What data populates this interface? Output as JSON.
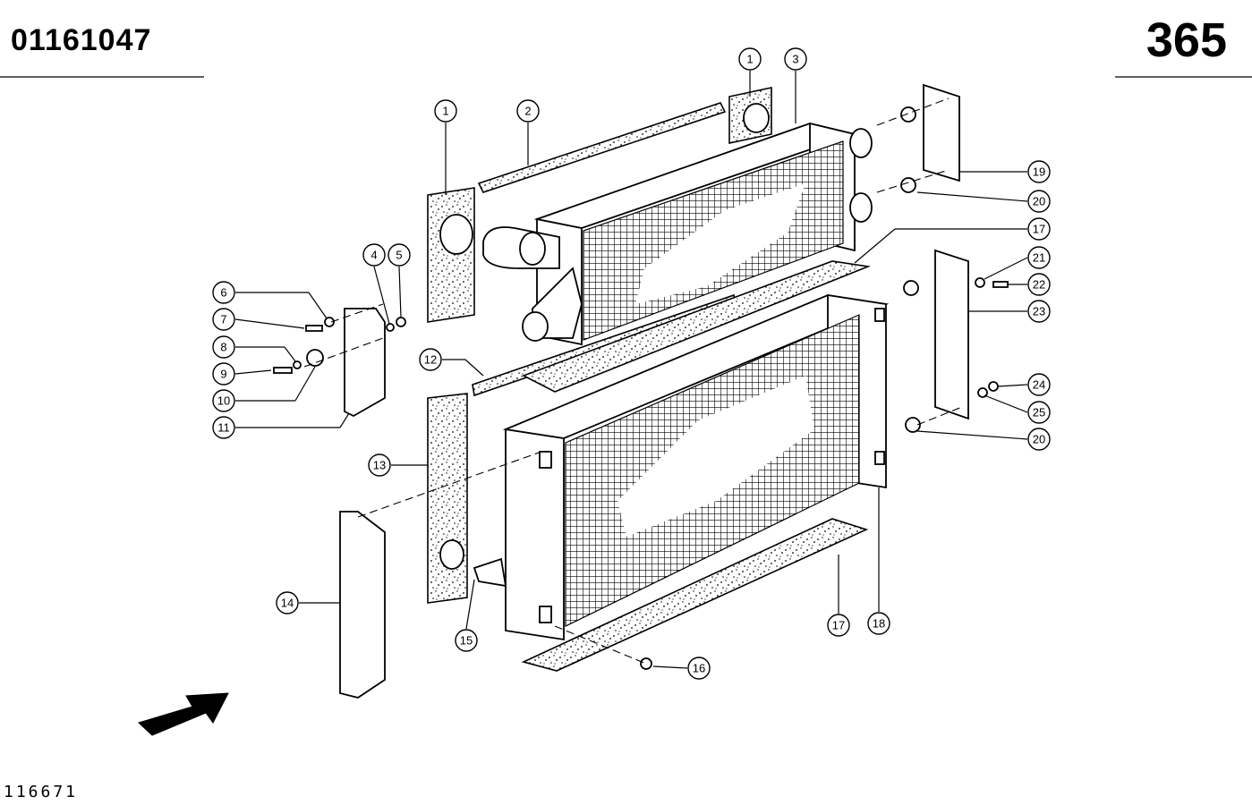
{
  "header": {
    "part_number": "01161047",
    "page_number": "365"
  },
  "footer": {
    "drawing_code": "116671"
  },
  "callouts": [
    {
      "id": "c1a",
      "label": "1"
    },
    {
      "id": "c1b",
      "label": "1"
    },
    {
      "id": "c2",
      "label": "2"
    },
    {
      "id": "c3",
      "label": "3"
    },
    {
      "id": "c4",
      "label": "4"
    },
    {
      "id": "c5",
      "label": "5"
    },
    {
      "id": "c6",
      "label": "6"
    },
    {
      "id": "c7",
      "label": "7"
    },
    {
      "id": "c8",
      "label": "8"
    },
    {
      "id": "c9",
      "label": "9"
    },
    {
      "id": "c10",
      "label": "10"
    },
    {
      "id": "c11",
      "label": "11"
    },
    {
      "id": "c12",
      "label": "12"
    },
    {
      "id": "c13",
      "label": "13"
    },
    {
      "id": "c14",
      "label": "14"
    },
    {
      "id": "c15",
      "label": "15"
    },
    {
      "id": "c16",
      "label": "16"
    },
    {
      "id": "c17a",
      "label": "17"
    },
    {
      "id": "c17b",
      "label": "17"
    },
    {
      "id": "c18",
      "label": "18"
    },
    {
      "id": "c19",
      "label": "19"
    },
    {
      "id": "c20a",
      "label": "20"
    },
    {
      "id": "c20b",
      "label": "20"
    },
    {
      "id": "c21",
      "label": "21"
    },
    {
      "id": "c22",
      "label": "22"
    },
    {
      "id": "c23",
      "label": "23"
    },
    {
      "id": "c24",
      "label": "24"
    },
    {
      "id": "c25",
      "label": "25"
    }
  ]
}
